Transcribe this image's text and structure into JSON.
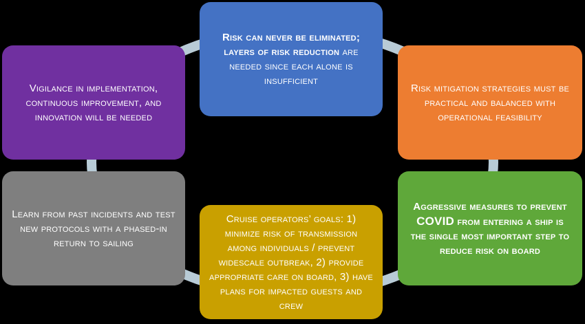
{
  "colors": {
    "background": "#000000",
    "ring": "#b8cbd6",
    "blue": "#4472c4",
    "orange": "#ed7d31",
    "green": "#5fa83a",
    "gold": "#c9a000",
    "gray": "#7f7f7f",
    "purple": "#7030a0"
  },
  "nodes": {
    "top": {
      "bold1": "Risk can never be eliminated;",
      "bold2": "layers of risk reduction",
      "rest": " are needed since each alone is insufficient"
    },
    "right": {
      "text": "Risk mitigation strategies must be practical and balanced with operational feasibility"
    },
    "bottom_right": {
      "p1": "Aggressive measures to prevent ",
      "covid": "COVID",
      "p2": " from entering a ship is the single most important step to reduce risk on board"
    },
    "bottom": {
      "p1": "Cruise operators’ goals: 1) minimize risk of transmission among individuals / prevent widescale outbreak, 2) provide appropriate care on board, 3) have plans for impacted guests and crew"
    },
    "left": {
      "text": "Learn from past incidents and test new protocols with a phased-in return to sailing"
    },
    "top_left": {
      "text": "Vigilance in implementation, continuous improvement, and innovation will be needed"
    }
  }
}
